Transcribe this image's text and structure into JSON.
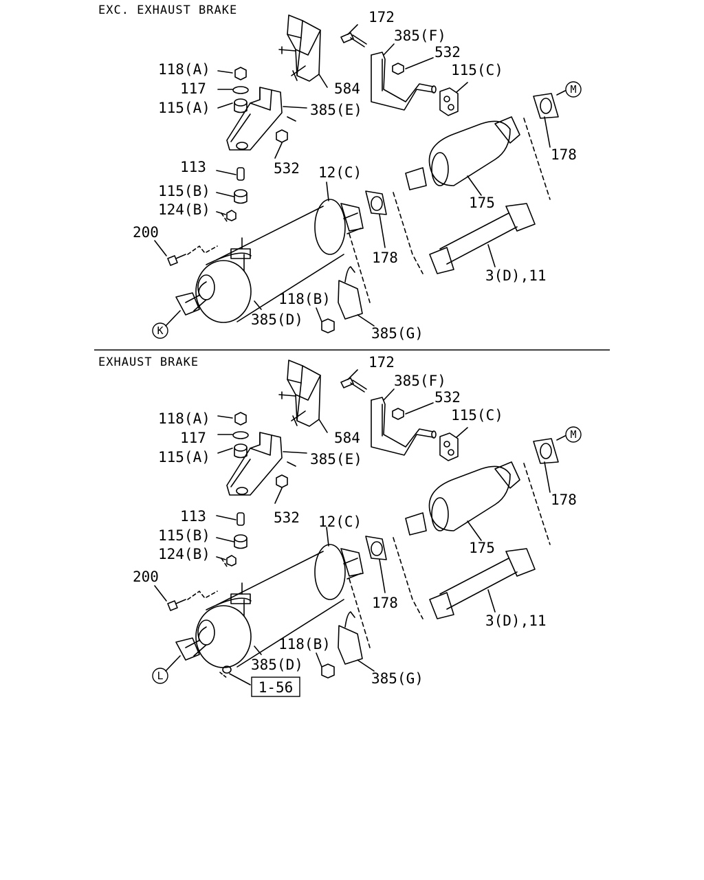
{
  "sections": [
    {
      "title": "EXC. EXHAUST BRAKE",
      "labels": {
        "p172": "172",
        "p385F": "385(F)",
        "p532a": "532",
        "p115C": "115(C)",
        "p118A": "118(A)",
        "p117": "117",
        "p115A": "115(A)",
        "p584": "584",
        "p385E": "385(E)",
        "p178a": "178",
        "p532b": "532",
        "p113": "113",
        "p12C": "12(C)",
        "p115B": "115(B)",
        "p124B": "124(B)",
        "p175": "175",
        "p200": "200",
        "p178b": "178",
        "p3D11": "3(D),11",
        "p118B": "118(B)",
        "p385D": "385(D)",
        "p385G": "385(G)",
        "refM": "M",
        "refEnd": "K"
      }
    },
    {
      "title": "EXHAUST BRAKE",
      "labels": {
        "p172": "172",
        "p385F": "385(F)",
        "p532a": "532",
        "p115C": "115(C)",
        "p118A": "118(A)",
        "p117": "117",
        "p115A": "115(A)",
        "p584": "584",
        "p385E": "385(E)",
        "p178a": "178",
        "p532b": "532",
        "p113": "113",
        "p12C": "12(C)",
        "p115B": "115(B)",
        "p124B": "124(B)",
        "p175": "175",
        "p200": "200",
        "p178b": "178",
        "p3D11": "3(D),11",
        "p118B": "118(B)",
        "p385D": "385(D)",
        "p385G": "385(G)",
        "refM": "M",
        "refEnd": "L",
        "refBox": "1-56"
      }
    }
  ]
}
